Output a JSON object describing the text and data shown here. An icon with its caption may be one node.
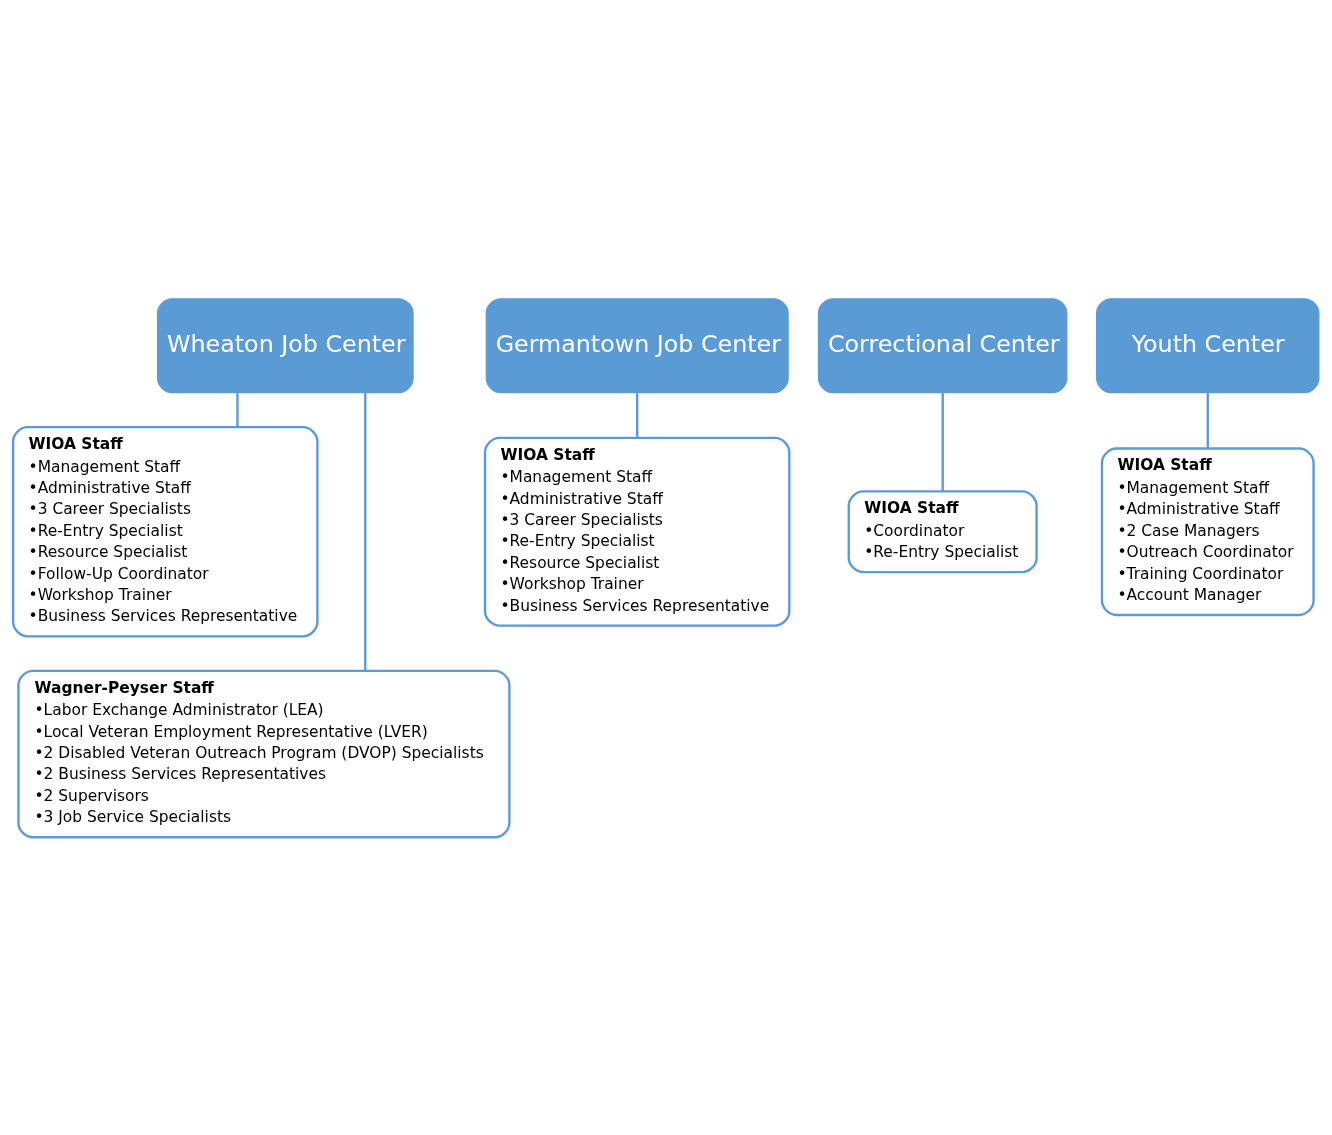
{
  "diagram": {
    "nodes": [
      {
        "text": [
          "Wheaton Job Center"
        ]
      },
      {
        "text": [
          "Germantown Job Center"
        ]
      },
      {
        "text": [
          "Correctional Center"
        ]
      },
      {
        "text": [
          "Youth Center"
        ]
      },
      {
        "text": [
          "WIOA Staff",
          "•Management Staff",
          "•Administrative Staff",
          "•3 Career Specialists",
          "•Re-Entry Specialist",
          "•Resource Specialist",
          "•Follow-Up Coordinator",
          "•Workshop Trainer",
          "•Business Services Representative"
        ]
      },
      {
        "text": [
          "Wagner-Peyser Staff",
          "•Labor Exchange Administrator (LEA)",
          "•Local Veteran Employment Representative (LVER)",
          "•2 Disabled Veteran Outreach Program (DVOP) Specialists",
          "•2 Business Services Representatives",
          "•2 Supervisors",
          "•3 Job Service Specialists"
        ]
      },
      {
        "text": [
          "WIOA Staff",
          "•Management Staff",
          "•Administrative Staff",
          "•3 Career Specialists",
          "•Re-Entry Specialist",
          "•Resource Specialist",
          "•Workshop Trainer",
          "•Business Services Representative"
        ]
      },
      {
        "text": [
          "WIOA Staff",
          "•Coordinator",
          "•Re-Entry Specialist"
        ]
      },
      {
        "text": [
          "WIOA Staff",
          "•Management Staff",
          "•Administrative Staff",
          "•2 Case Managers",
          "•Outreach Coordinator",
          "•Training Coordinator",
          "•Account Manager"
        ]
      }
    ],
    "edges": [
      {
        "from": 0,
        "to": 4,
        "arrow": "none"
      },
      {
        "from": 0,
        "to": 5,
        "arrow": "none"
      },
      {
        "from": 1,
        "to": 6,
        "arrow": "none"
      },
      {
        "from": 2,
        "to": 7,
        "arrow": "none"
      },
      {
        "from": 3,
        "to": 8,
        "arrow": "none"
      }
    ]
  }
}
